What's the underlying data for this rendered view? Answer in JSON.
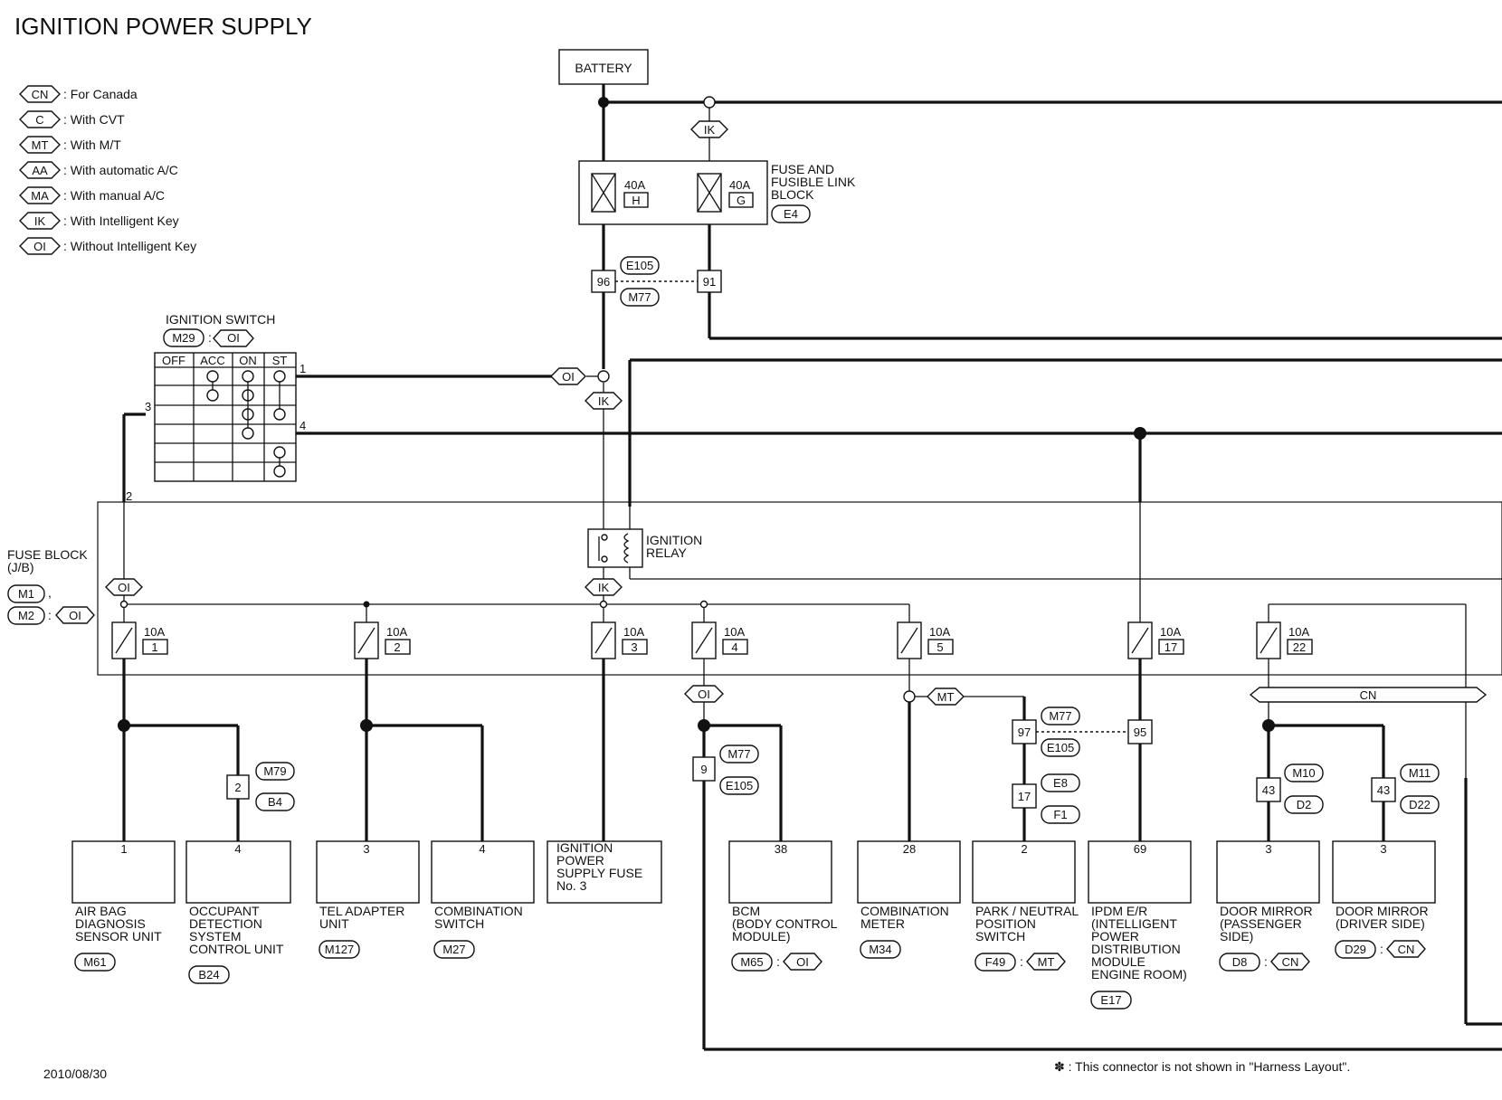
{
  "title": "IGNITION POWER SUPPLY",
  "date": "2010/08/30",
  "footnote": "✽ : This connector is not shown in \"Harness Layout\".",
  "legend": [
    {
      "code": "CN",
      "text": ": For Canada"
    },
    {
      "code": "C",
      "text": ": With CVT"
    },
    {
      "code": "MT",
      "text": ": With M/T"
    },
    {
      "code": "AA",
      "text": ": With automatic A/C"
    },
    {
      "code": "MA",
      "text": ": With manual A/C"
    },
    {
      "code": "IK",
      "text": ": With Intelligent Key"
    },
    {
      "code": "OI",
      "text": ": Without Intelligent Key"
    }
  ],
  "battery": "BATTERY",
  "fusible_link": {
    "label": [
      "FUSE AND",
      "FUSIBLE LINK",
      "BLOCK"
    ],
    "connector": "E4",
    "fuses": [
      {
        "amp": "40A",
        "id": "H"
      },
      {
        "amp": "40A",
        "id": "G"
      }
    ]
  },
  "joint": {
    "pins": [
      "96",
      "91"
    ],
    "connectors": [
      "E105",
      "M77"
    ]
  },
  "ignition_switch": {
    "label": "IGNITION SWITCH",
    "connector": "M29",
    "variant": "OI",
    "positions": [
      "OFF",
      "ACC",
      "ON",
      "ST"
    ],
    "terminals": [
      "1",
      "3",
      "4",
      "2"
    ]
  },
  "fuse_block": {
    "label": [
      "FUSE BLOCK",
      "(J/B)"
    ],
    "connectors": [
      "M1",
      "M2"
    ],
    "variant": "OI"
  },
  "relay": {
    "label": [
      "IGNITION",
      "RELAY"
    ]
  },
  "tags": {
    "ik": "IK",
    "oi": "OI",
    "mt": "MT",
    "cn": "CN"
  },
  "fuses": [
    {
      "amp": "10A",
      "num": "1"
    },
    {
      "amp": "10A",
      "num": "2"
    },
    {
      "amp": "10A",
      "num": "3"
    },
    {
      "amp": "10A",
      "num": "4"
    },
    {
      "amp": "10A",
      "num": "5"
    },
    {
      "amp": "10A",
      "num": "17"
    },
    {
      "amp": "10A",
      "num": "22"
    }
  ],
  "inline_connectors": [
    {
      "pin": "2",
      "c1": "M79",
      "c2": "B4"
    },
    {
      "pin": "9",
      "c1": "M77",
      "c2": "E105"
    },
    {
      "pin": "97",
      "c1": "M77",
      "c2": "E105"
    },
    {
      "pin": "95"
    },
    {
      "pin": "17",
      "c1": "E8",
      "c2": "F1"
    },
    {
      "pin": "43",
      "c1": "M10",
      "c2": "D2"
    },
    {
      "pin": "43",
      "c1": "M11",
      "c2": "D22"
    }
  ],
  "components": [
    {
      "pin": "1",
      "lines": [
        "AIR BAG",
        "DIAGNOSIS",
        "SENSOR UNIT"
      ],
      "connector": "M61"
    },
    {
      "pin": "4",
      "lines": [
        "OCCUPANT",
        "DETECTION",
        "SYSTEM",
        "CONTROL UNIT"
      ],
      "connector": "B24"
    },
    {
      "pin": "3",
      "lines": [
        "TEL ADAPTER",
        "UNIT"
      ],
      "connector": "M127"
    },
    {
      "pin": "4",
      "lines": [
        "COMBINATION",
        "SWITCH"
      ],
      "connector": "M27"
    },
    {
      "pin": "",
      "lines": [
        "IGNITION",
        "POWER",
        "SUPPLY FUSE",
        "No. 3"
      ],
      "connector": ""
    },
    {
      "pin": "38",
      "lines": [
        "BCM",
        "(BODY CONTROL",
        "MODULE)"
      ],
      "connector": "M65",
      "variant": "OI"
    },
    {
      "pin": "28",
      "lines": [
        "COMBINATION",
        "METER"
      ],
      "connector": "M34"
    },
    {
      "pin": "2",
      "lines": [
        "PARK / NEUTRAL",
        "POSITION",
        "SWITCH"
      ],
      "connector": "F49",
      "variant": "MT"
    },
    {
      "pin": "69",
      "lines": [
        "IPDM E/R",
        "(INTELLIGENT",
        "POWER",
        "DISTRIBUTION",
        "MODULE",
        "ENGINE ROOM)"
      ],
      "connector": "E17"
    },
    {
      "pin": "3",
      "lines": [
        "DOOR MIRROR",
        "(PASSENGER",
        "SIDE)"
      ],
      "connector": "D8",
      "variant": "CN"
    },
    {
      "pin": "3",
      "lines": [
        "DOOR MIRROR",
        "(DRIVER SIDE)"
      ],
      "connector": "D29",
      "variant": "CN"
    }
  ]
}
